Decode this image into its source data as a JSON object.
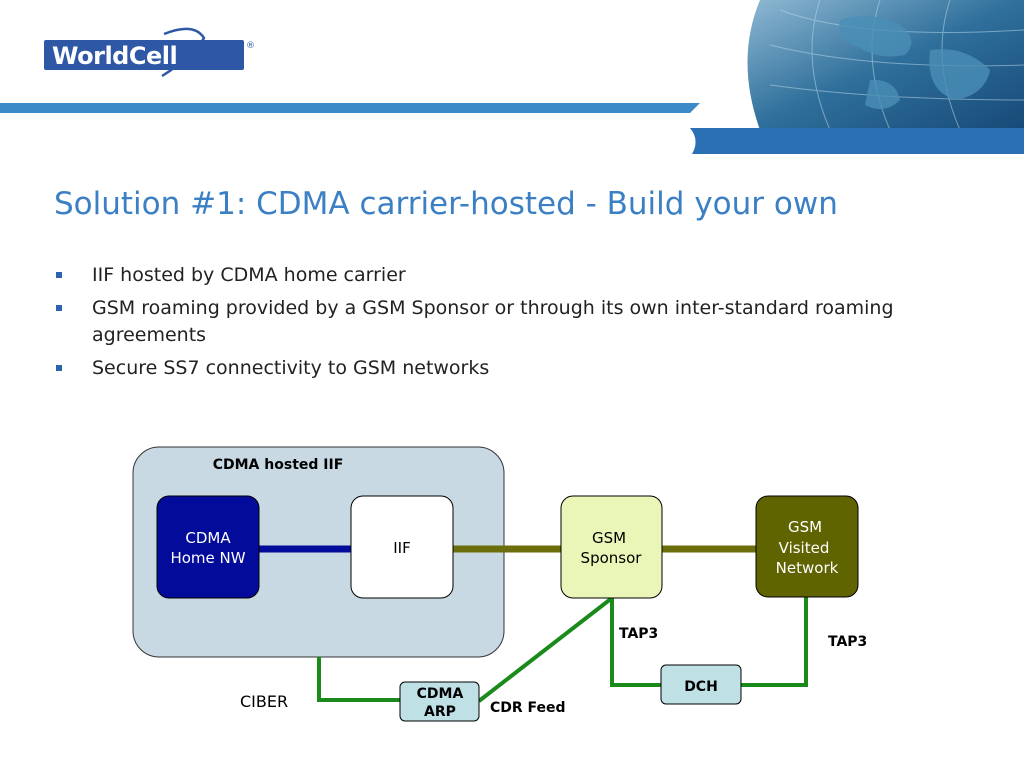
{
  "header": {
    "logo_text": "WorldCell",
    "logo_mark": "®"
  },
  "slide": {
    "title": "Solution #1: CDMA carrier-hosted - Build your own",
    "bullets": [
      "IIF hosted by CDMA home carrier",
      "GSM roaming provided by a GSM Sponsor or through its own inter-standard roaming agreements",
      "Secure SS7 connectivity to GSM networks"
    ]
  },
  "diagram": {
    "group_label": "CDMA hosted IIF",
    "nodes": {
      "cdma_home": [
        "CDMA",
        "Home NW"
      ],
      "iif": "IIF",
      "gsm_sponsor": [
        "GSM",
        "Sponsor"
      ],
      "gsm_visited": [
        "GSM",
        "Visited",
        "Network"
      ],
      "cdma_arp": [
        "CDMA",
        "ARP"
      ],
      "dch": "DCH"
    },
    "edge_labels": {
      "ciber": "CIBER",
      "cdr_feed": "CDR Feed",
      "tap3_sponsor": "TAP3",
      "tap3_visited": "TAP3"
    },
    "colors": {
      "group_fill": "#c9d9e3",
      "cdma_home_fill": "#020b9a",
      "sponsor_fill": "#eaf5b8",
      "visited_fill": "#5f6300",
      "arp_fill": "#bfe0e4",
      "link_blue": "#020b9a",
      "link_olive": "#6b6e0a",
      "link_green": "#1a8a1a"
    }
  }
}
